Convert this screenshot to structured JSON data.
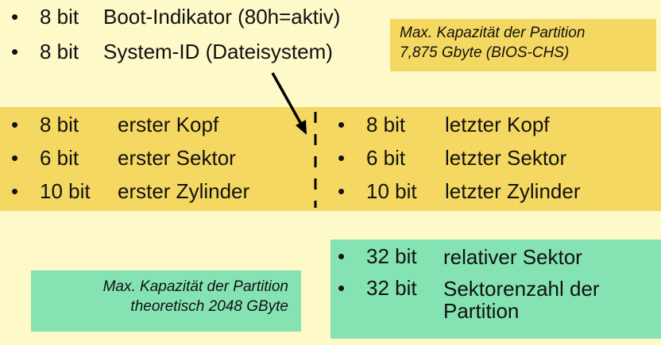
{
  "top": {
    "items": [
      {
        "bits": "8 bit",
        "label": "Boot-Indikator (80h=aktiv)"
      },
      {
        "bits": "8 bit",
        "label": "System-ID (Dateisystem)"
      }
    ],
    "note_line1": "Max. Kapazität der Partition",
    "note_line2": "7,875 Gbyte (BIOS-CHS)"
  },
  "middle": {
    "left_items": [
      {
        "bits": "8 bit",
        "label": "erster Kopf"
      },
      {
        "bits": "6 bit",
        "label": "erster Sektor"
      },
      {
        "bits": "10 bit",
        "label": "erster Zylinder"
      }
    ],
    "right_items": [
      {
        "bits": "8 bit",
        "label": "letzter Kopf"
      },
      {
        "bits": "6 bit",
        "label": "letzter Sektor"
      },
      {
        "bits": "10 bit",
        "label": "letzter Zylinder"
      }
    ]
  },
  "bottom": {
    "items": [
      {
        "bits": "32 bit",
        "label": "relativer Sektor"
      },
      {
        "bits": "32 bit",
        "label": "Sektorenzahl der Partition"
      }
    ],
    "note_line1": "Max. Kapazität der Partition",
    "note_line2": "theoretisch 2048 GByte"
  },
  "bullet": "•",
  "colors": {
    "background": "#fdf9c9",
    "yellow_box": "#f5d862",
    "green_box": "#85e3b3"
  }
}
